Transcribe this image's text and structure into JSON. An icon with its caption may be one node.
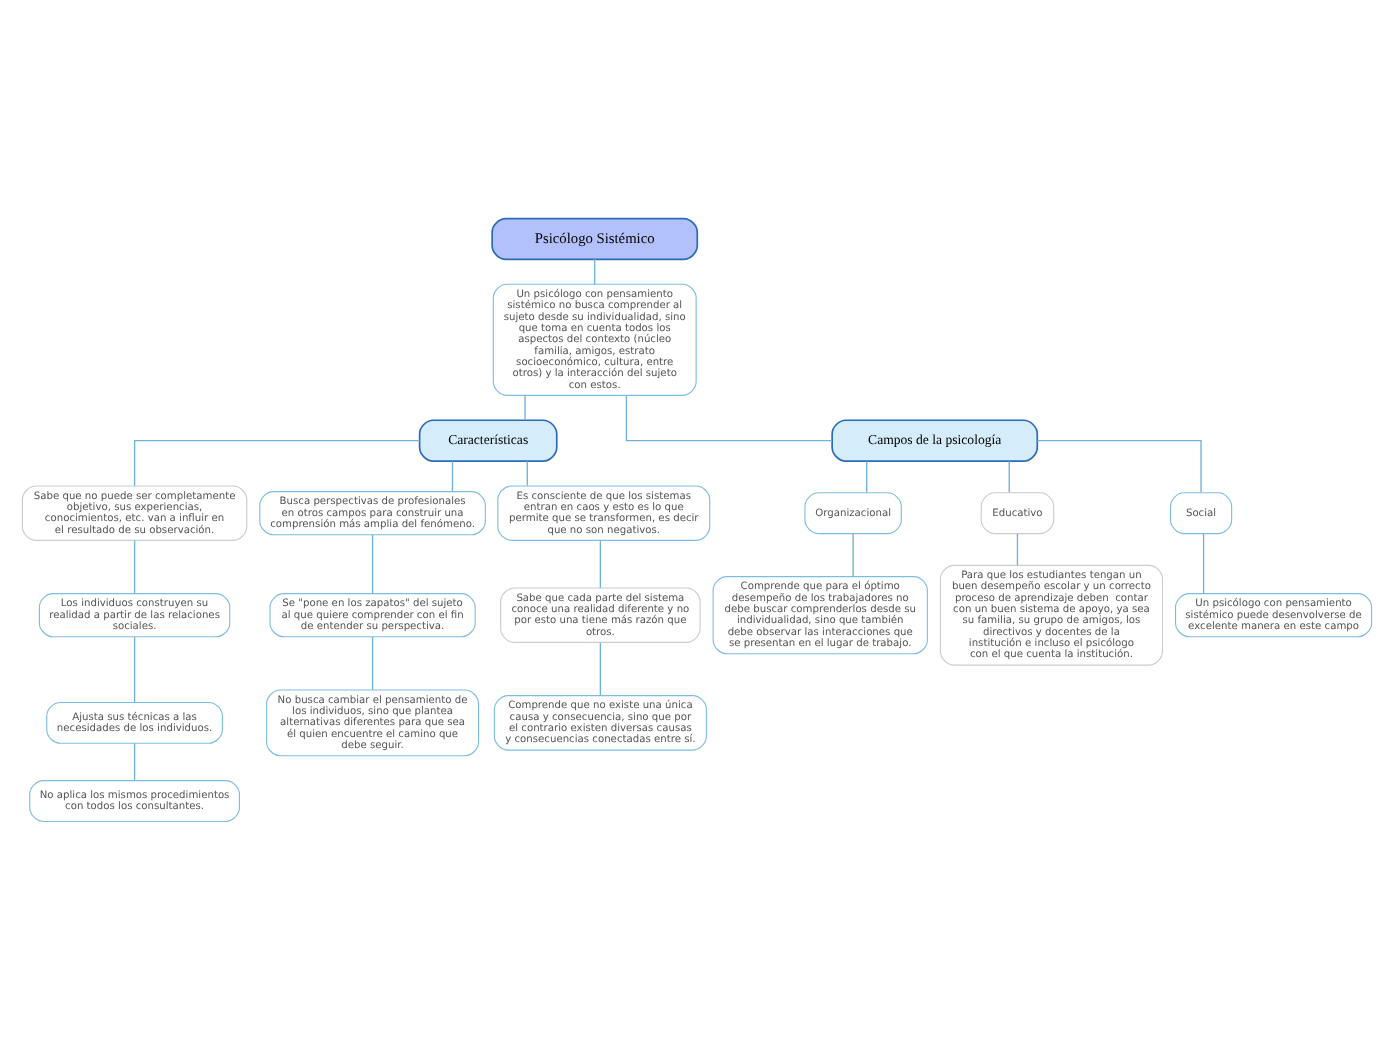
{
  "diagram": {
    "nodes": [
      {
        "text": [
          "Psicólogo Sistémico"
        ]
      },
      {
        "text": [
          "Un psicólogo con pensamiento sistémico no busca comprender al sujeto desde su individualidad, sino que toma en cuenta todos los aspectos del contexto (núcleo familia, amigos, estrato socioeconómico, cultura, entre otros) y la interacción del sujeto con estos."
        ]
      },
      {
        "text": [
          "Características"
        ]
      },
      {
        "text": [
          "Campos de la psicología"
        ]
      },
      {
        "text": [
          "Sabe que no puede ser completamente objetivo, sus experiencias, conocimientos, etc. van a influir en el resultado de su observación."
        ]
      },
      {
        "text": [
          "Los individuos construyen su realidad a partir de las relaciones sociales."
        ]
      },
      {
        "text": [
          "Ajusta sus técnicas a las necesidades de los individuos."
        ]
      },
      {
        "text": [
          "No aplica los mismos procedimientos con todos los consultantes."
        ]
      },
      {
        "text": [
          "Busca perspectivas de profesionales en otros campos para construir una comprensión más amplia del fenómeno."
        ]
      },
      {
        "text": [
          "Se \"pone en los zapatos\" del sujeto al que quiere comprender con el fin de entender su perspectiva."
        ]
      },
      {
        "text": [
          "No busca cambiar el pensamiento de los individuos, sino que plantea alternativas diferentes para que sea él quien encuentre el camino que debe seguir."
        ]
      },
      {
        "text": [
          "Es consciente de que los sistemas entran en caos y esto es lo que permite que se transformen, es decir que no son negativos."
        ]
      },
      {
        "text": [
          "Sabe que cada parte del sistema conoce una realidad diferente y no por esto una tiene más razón que otros."
        ]
      },
      {
        "text": [
          "Comprende que no existe una única causa y consecuencia, sino que por el contrario existen diversas causas y consecuencias conectadas entre sí."
        ]
      },
      {
        "text": [
          "Organizacional"
        ]
      },
      {
        "text": [
          "Comprende que para el óptimo desempeño de los trabajadores no debe buscar comprenderlos desde su individualidad, sino que también debe observar las interacciones que se presentan en el lugar de trabajo."
        ]
      },
      {
        "text": [
          "Educativo"
        ]
      },
      {
        "text": [
          "Para que los estudiantes tengan un buen desempeño escolar y un correcto proceso de aprendizaje deben  contar con un buen sistema de apoyo, ya sea su familia, su grupo de amigos, los directivos y docentes de la institución e incluso el psicólogo con el que cuenta la institución."
        ]
      },
      {
        "text": [
          "Social"
        ]
      },
      {
        "text": [
          "Un psicólogo con pensamiento sistémico puede desenvolverse de excelente manera en este campo"
        ]
      }
    ],
    "edges": [
      {
        "from": 0,
        "to": 1,
        "arrow": "none"
      },
      {
        "from": 1,
        "to": 2,
        "arrow": "none"
      },
      {
        "from": 1,
        "to": 3,
        "arrow": "none"
      },
      {
        "from": 2,
        "to": 4,
        "arrow": "none"
      },
      {
        "from": 4,
        "to": 5,
        "arrow": "none"
      },
      {
        "from": 5,
        "to": 6,
        "arrow": "none"
      },
      {
        "from": 6,
        "to": 7,
        "arrow": "none"
      },
      {
        "from": 2,
        "to": 8,
        "arrow": "none"
      },
      {
        "from": 8,
        "to": 9,
        "arrow": "none"
      },
      {
        "from": 9,
        "to": 10,
        "arrow": "none"
      },
      {
        "from": 2,
        "to": 11,
        "arrow": "none"
      },
      {
        "from": 11,
        "to": 12,
        "arrow": "none"
      },
      {
        "from": 12,
        "to": 13,
        "arrow": "none"
      },
      {
        "from": 3,
        "to": 14,
        "arrow": "none"
      },
      {
        "from": 14,
        "to": 15,
        "arrow": "none"
      },
      {
        "from": 3,
        "to": 16,
        "arrow": "none"
      },
      {
        "from": 16,
        "to": 17,
        "arrow": "none"
      },
      {
        "from": 3,
        "to": 18,
        "arrow": "none"
      },
      {
        "from": 18,
        "to": 19,
        "arrow": "none"
      }
    ]
  }
}
